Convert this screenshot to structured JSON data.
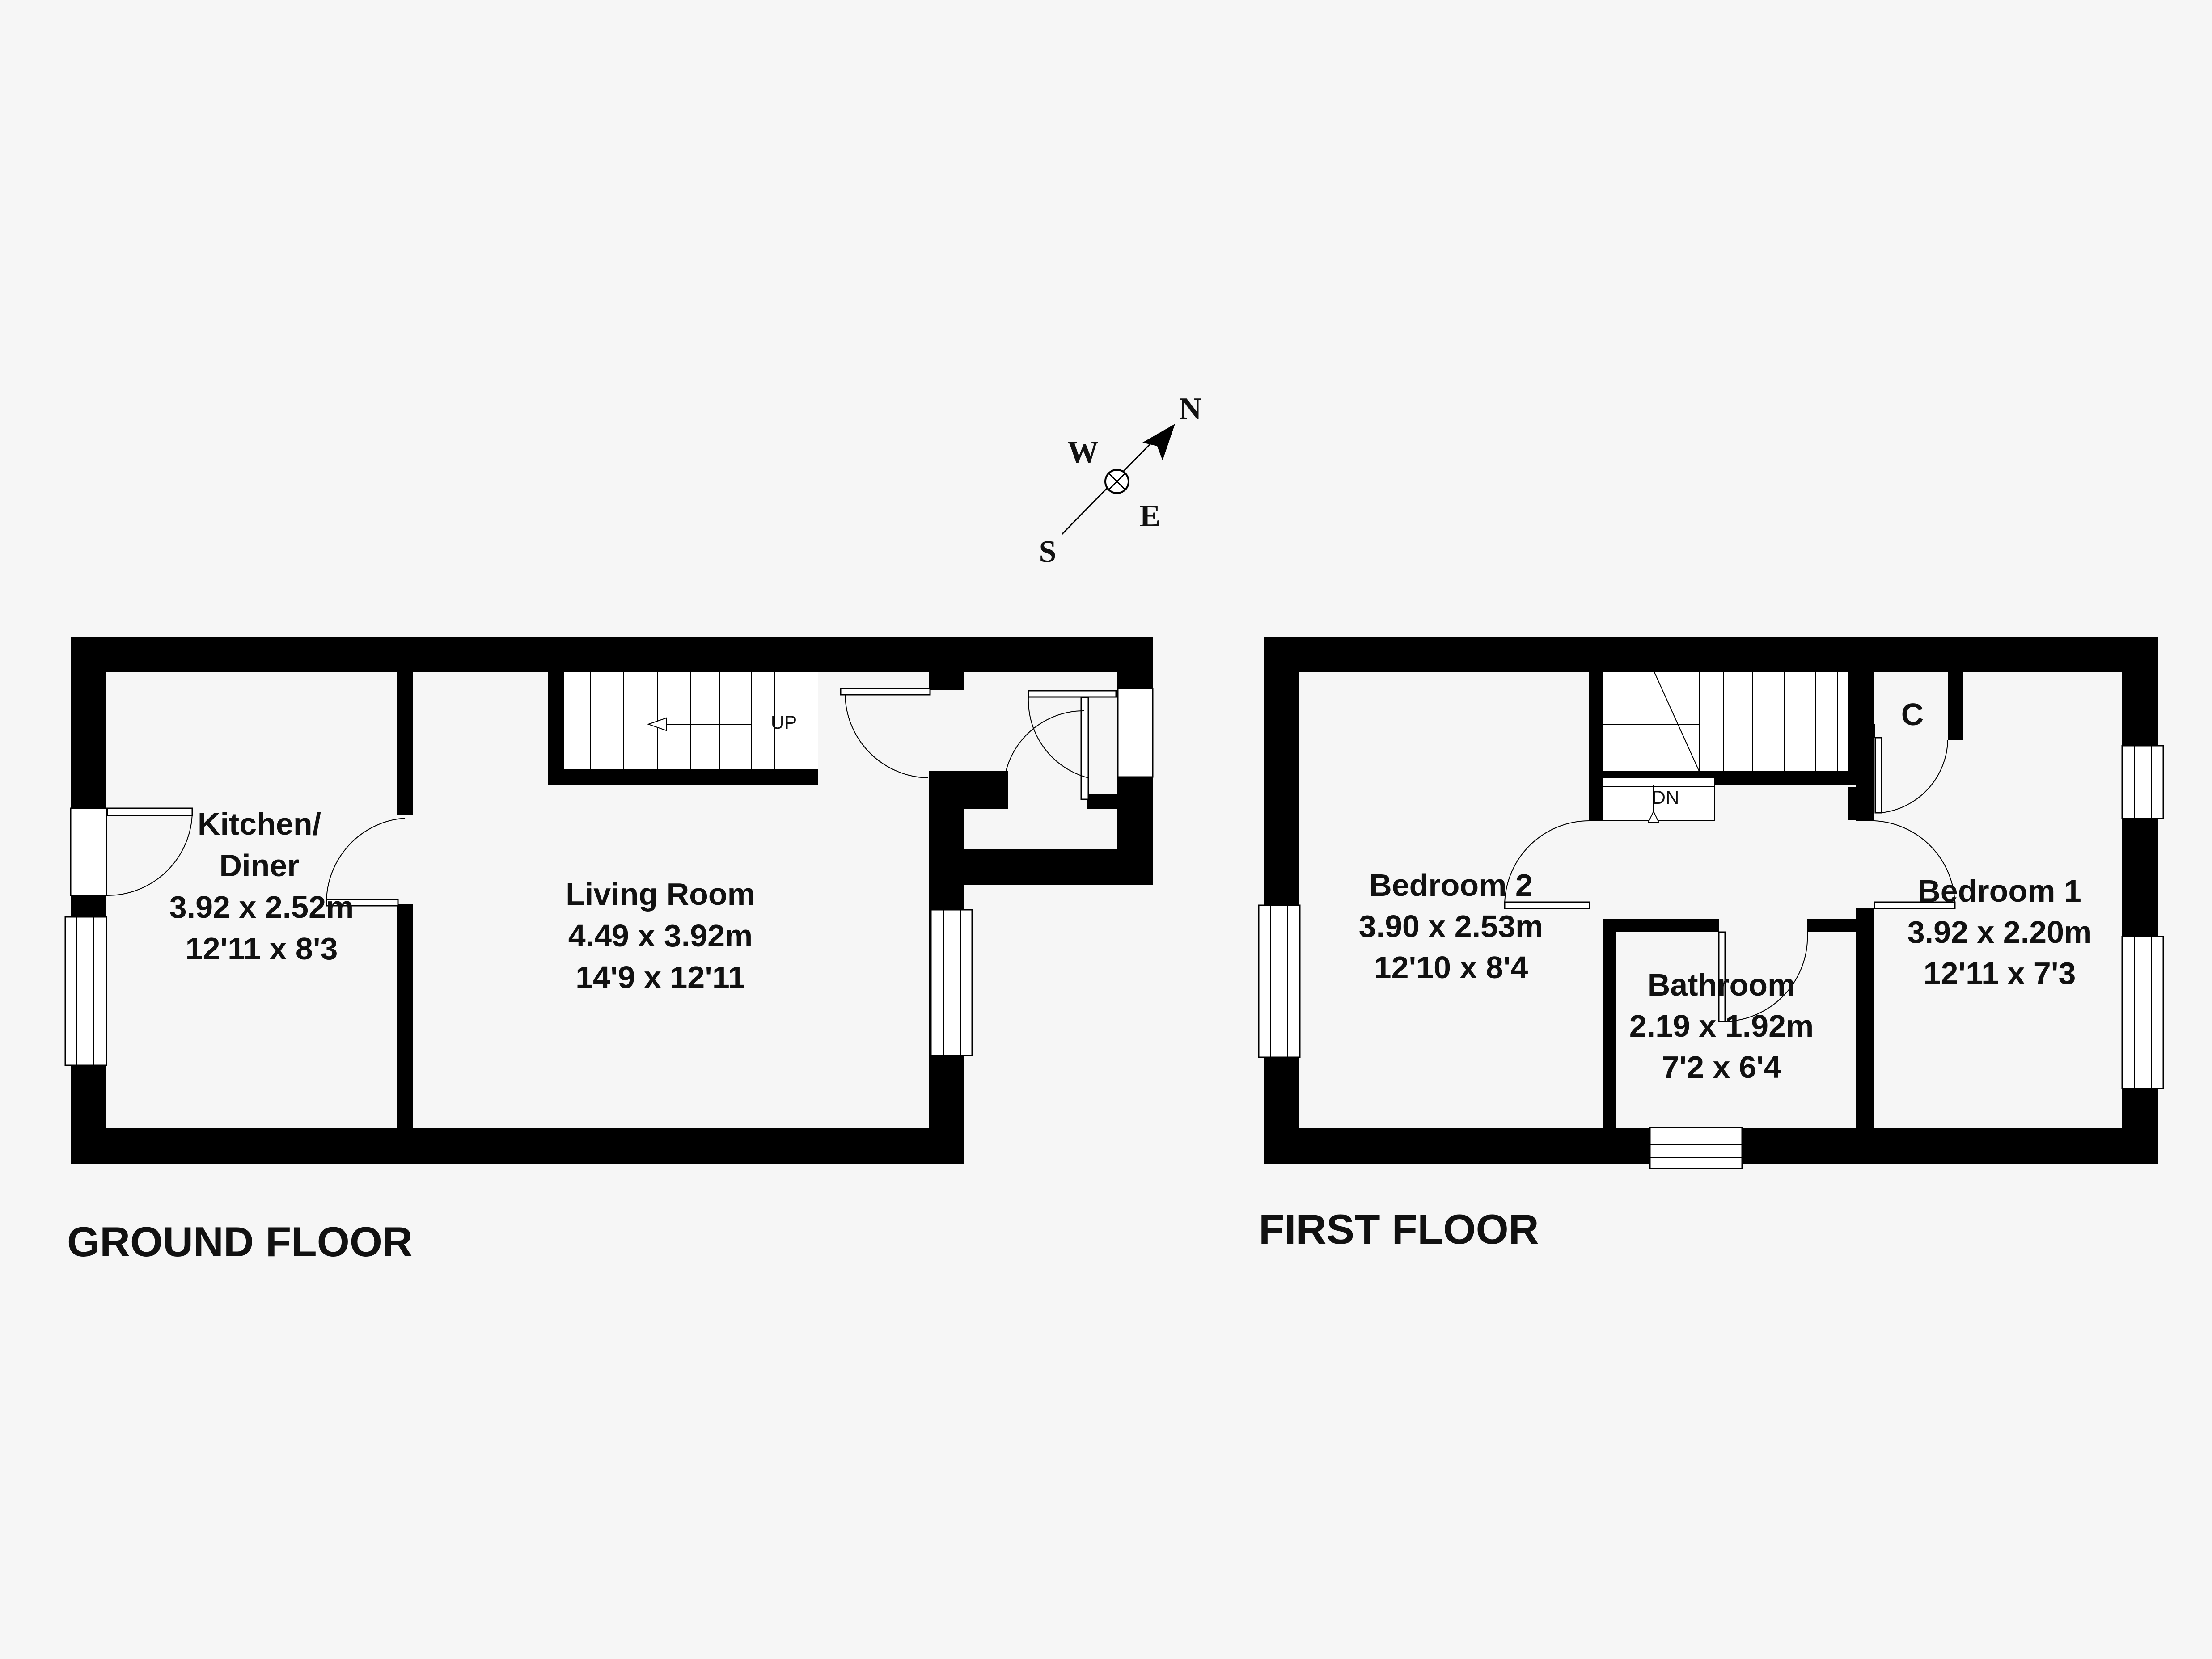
{
  "compass": {
    "north": "N",
    "south": "S",
    "east": "E",
    "west": "W"
  },
  "ground_floor": {
    "label": "GROUND FLOOR",
    "stairs_label": "UP",
    "rooms": {
      "kitchen": {
        "name_line1": "Kitchen/",
        "name_line2": "Diner",
        "metric": "3.92 x 2.52m",
        "imperial": "12'11 x 8'3"
      },
      "living": {
        "name": "Living Room",
        "metric": "4.49 x 3.92m",
        "imperial": "14'9 x 12'11"
      }
    }
  },
  "first_floor": {
    "label": "FIRST FLOOR",
    "stairs_label": "DN",
    "rooms": {
      "bedroom2": {
        "name": "Bedroom 2",
        "metric": "3.90 x 2.53m",
        "imperial": "12'10 x 8'4"
      },
      "bathroom": {
        "name": "Bathroom",
        "metric": "2.19 x 1.92m",
        "imperial": "7'2 x 6'4"
      },
      "bedroom1": {
        "name": "Bedroom 1",
        "metric": "3.92 x 2.20m",
        "imperial": "12'11 x 7'3"
      },
      "cupboard": {
        "name": "C"
      }
    }
  }
}
